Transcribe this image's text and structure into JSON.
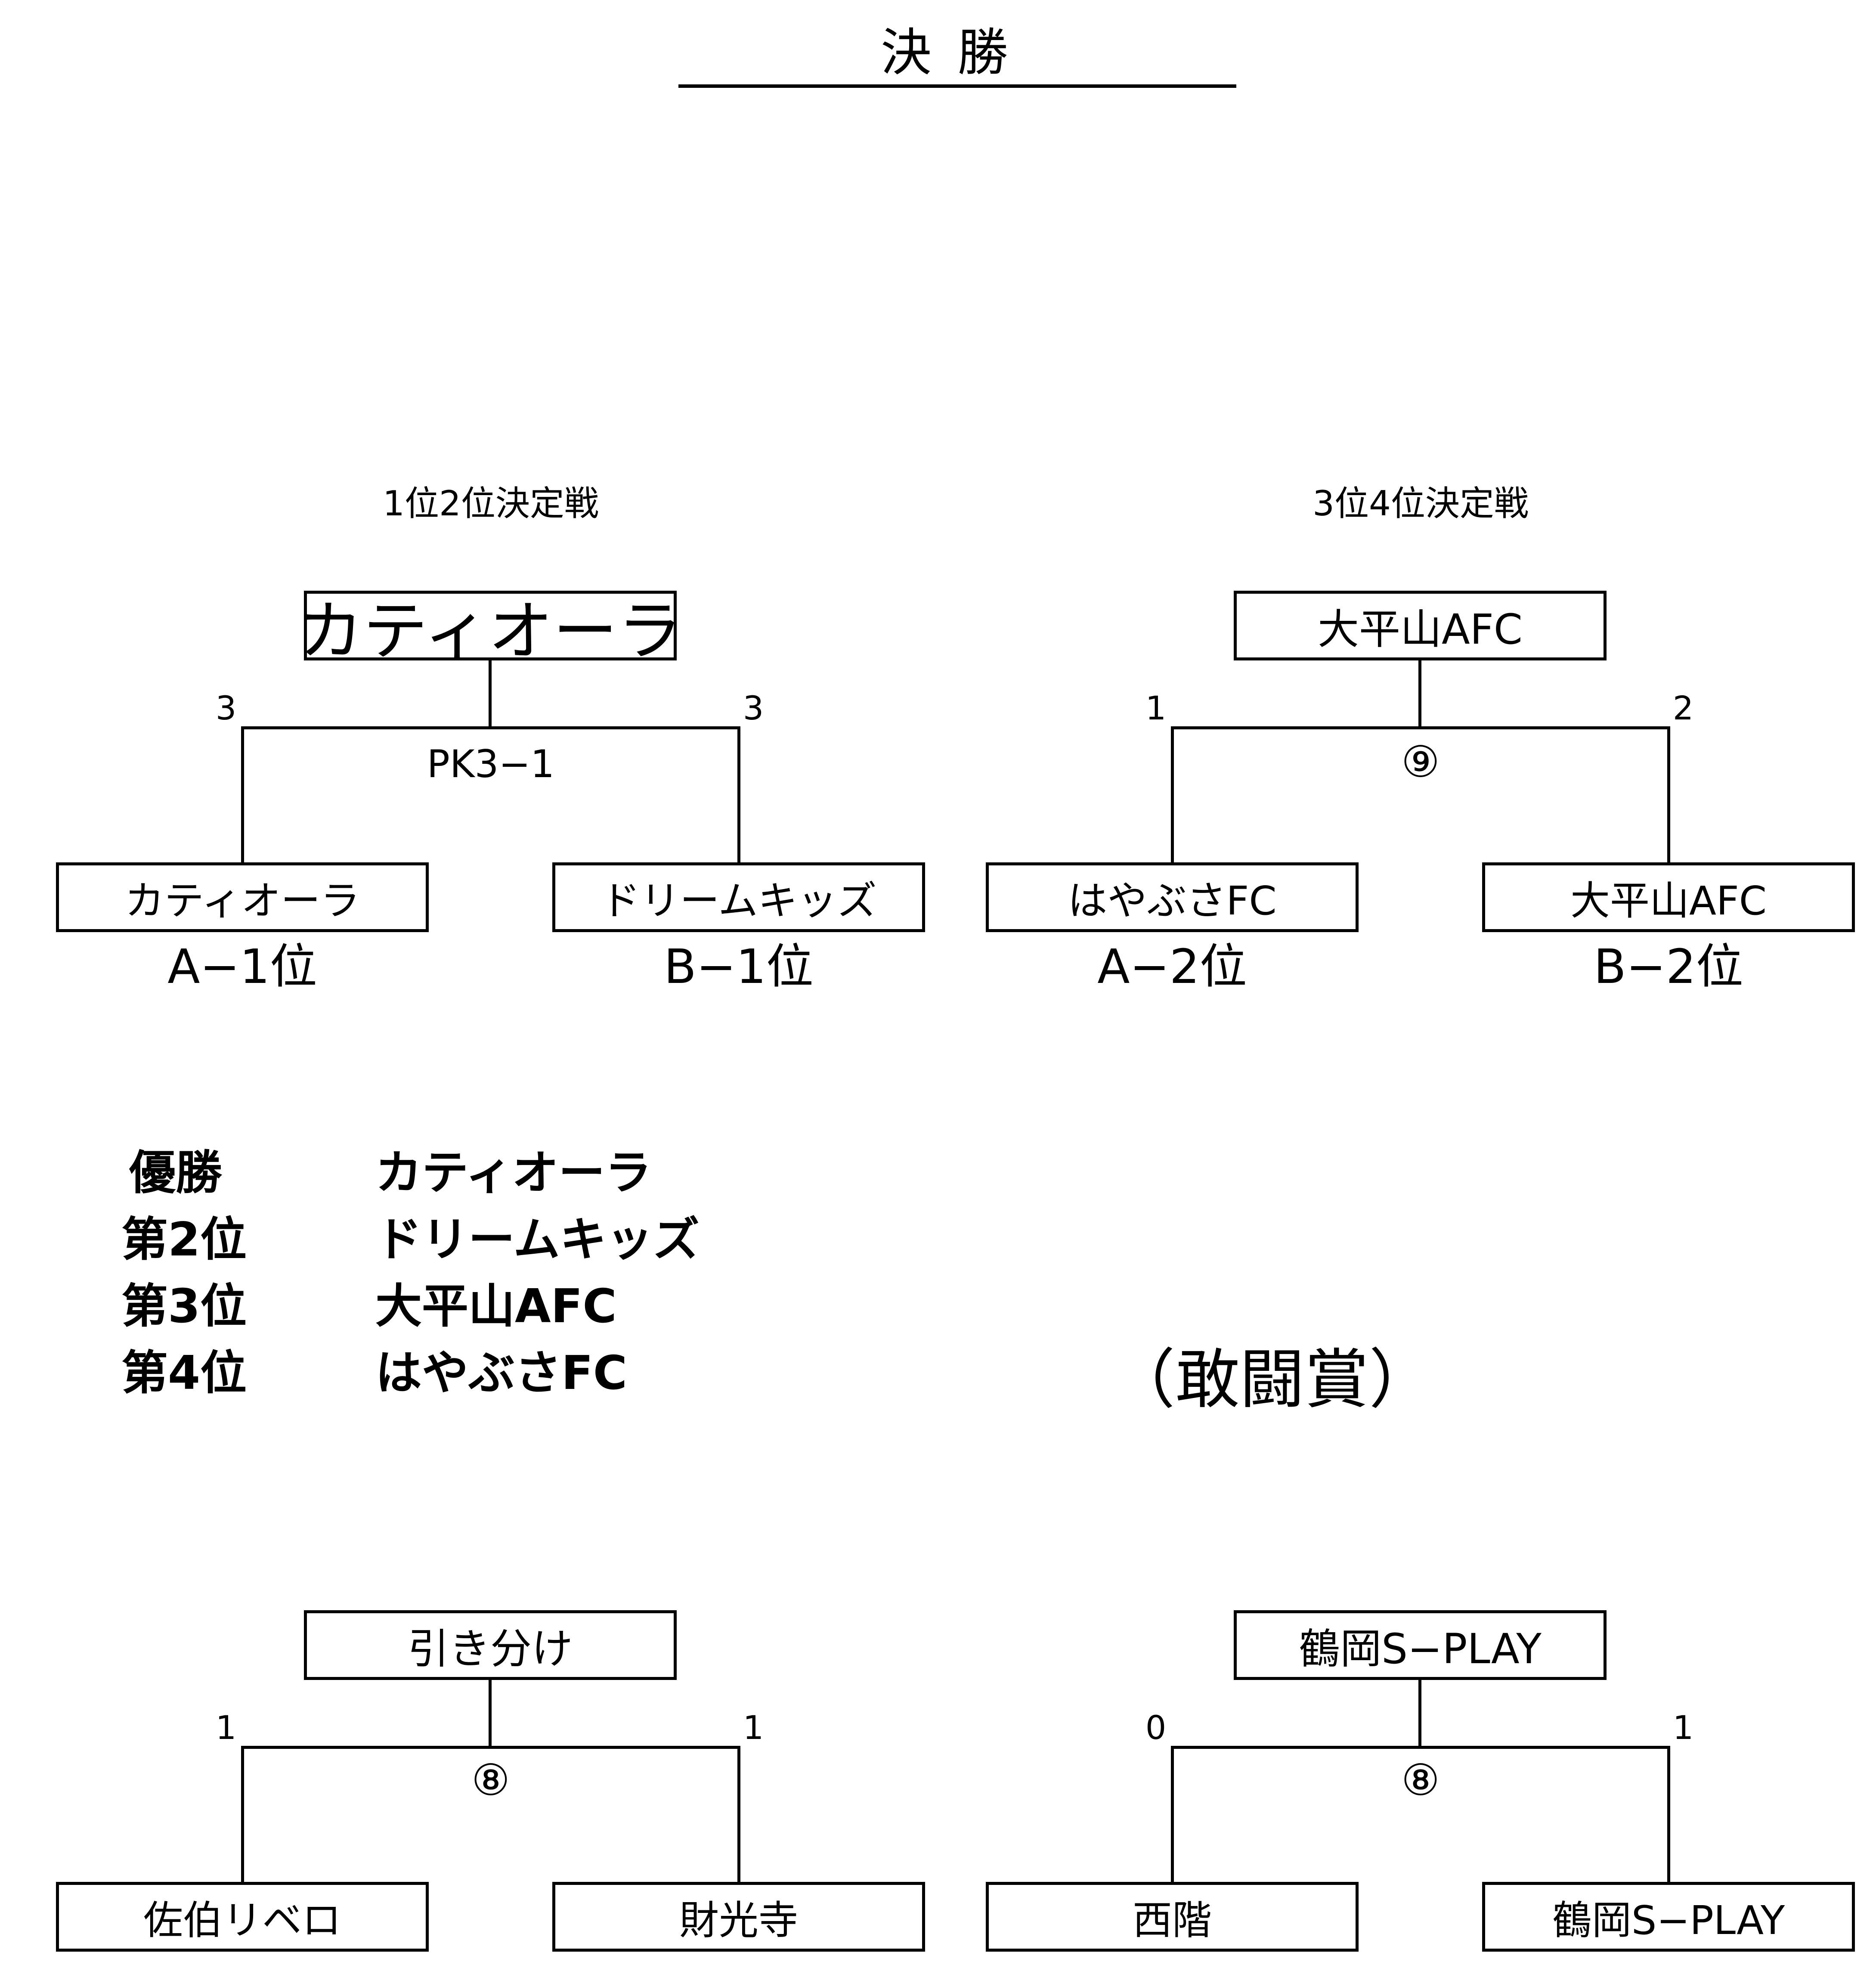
{
  "title": "決勝",
  "final_12": {
    "label": "1位2位決定戦",
    "winner": "カティオーラ",
    "left_score": "3",
    "right_score": "3",
    "note": "PK3−1",
    "left_team": "カティオーラ",
    "right_team": "ドリームキッズ",
    "left_seed": "A−1位",
    "right_seed": "B−1位"
  },
  "final_34": {
    "label": "3位4位決定戦",
    "winner": "大平山AFC",
    "left_score": "1",
    "right_score": "2",
    "note": "⑨",
    "left_team": "はやぶさFC",
    "right_team": "大平山AFC",
    "left_seed": "A−2位",
    "right_seed": "B−2位"
  },
  "standings": [
    {
      "rank": "優勝",
      "team": "カティオーラ"
    },
    {
      "rank": "第2位",
      "team": "ドリームキッズ"
    },
    {
      "rank": "第3位",
      "team": "大平山AFC"
    },
    {
      "rank": "第4位",
      "team": "はやぶさFC"
    }
  ],
  "award": "（敢闘賞）",
  "match_left_bottom": {
    "winner": "引き分け",
    "left_score": "1",
    "right_score": "1",
    "note": "⑧",
    "left_team": "佐伯リベロ",
    "right_team": "財光寺"
  },
  "match_right_bottom": {
    "winner": "鶴岡S−PLAY",
    "left_score": "0",
    "right_score": "1",
    "note": "⑧",
    "left_team": "西階",
    "right_team": "鶴岡S−PLAY"
  }
}
